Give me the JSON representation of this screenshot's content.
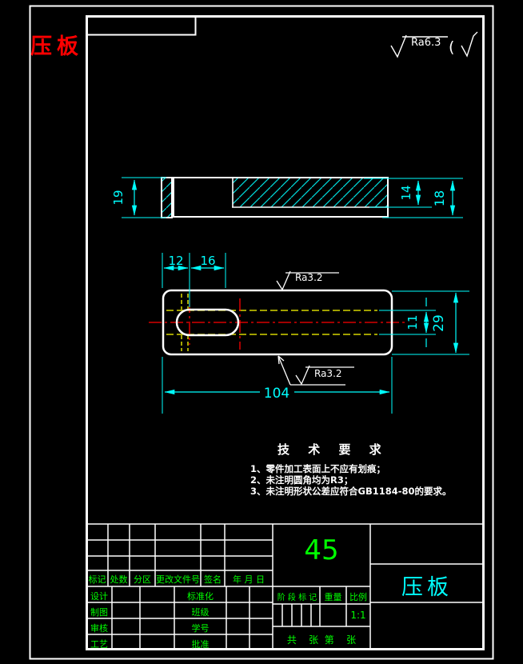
{
  "colors": {
    "line": "#ffffff",
    "dimension": "#00ffff",
    "hidden": "#ffff00",
    "centerline": "#ff0000",
    "table_text": "#00ff00",
    "part_name_text": "#00ffff",
    "corner_label_text": "#ff0000"
  },
  "corner_label": "压板",
  "surface_note": {
    "ra": "Ra6.3",
    "paren": "("
  },
  "section_view": {
    "dim_left_height": "19",
    "dim_step_height": "14",
    "dim_total_height": "18"
  },
  "plan_view": {
    "dim_edge_to_slot": "12",
    "dim_slot_length": "16",
    "dim_groove_width": "11",
    "dim_width": "29",
    "dim_length": "104",
    "ra_top": "Ra3.2",
    "ra_bottom": "Ra3.2"
  },
  "tech_req": {
    "title": "技 术 要 求",
    "item1": "1、零件加工表面上不应有划痕；",
    "item2": "2、未注明圆角均为R3；",
    "item3": "3、未注明形状公差应符合GB1184-80的要求。"
  },
  "title_block": {
    "material": "45",
    "part_name": "压板",
    "scale_value": "1:1",
    "rev_headers": {
      "mark": "标记",
      "count": "处数",
      "zone": "分区",
      "doc_no": "更改文件号",
      "signature": "签名",
      "date": "年 月 日"
    },
    "left_labels": {
      "design": "设计",
      "draft": "制图",
      "check": "审核",
      "process": "工艺"
    },
    "mid_labels": {
      "standardize": "标准化",
      "class": "班级",
      "student_no": "学号",
      "approve": "批准"
    },
    "stage_labels": {
      "stage_mark": "阶 段 标 记",
      "weight": "重量",
      "scale": "比例"
    },
    "sheets": "共    张  第    张"
  }
}
